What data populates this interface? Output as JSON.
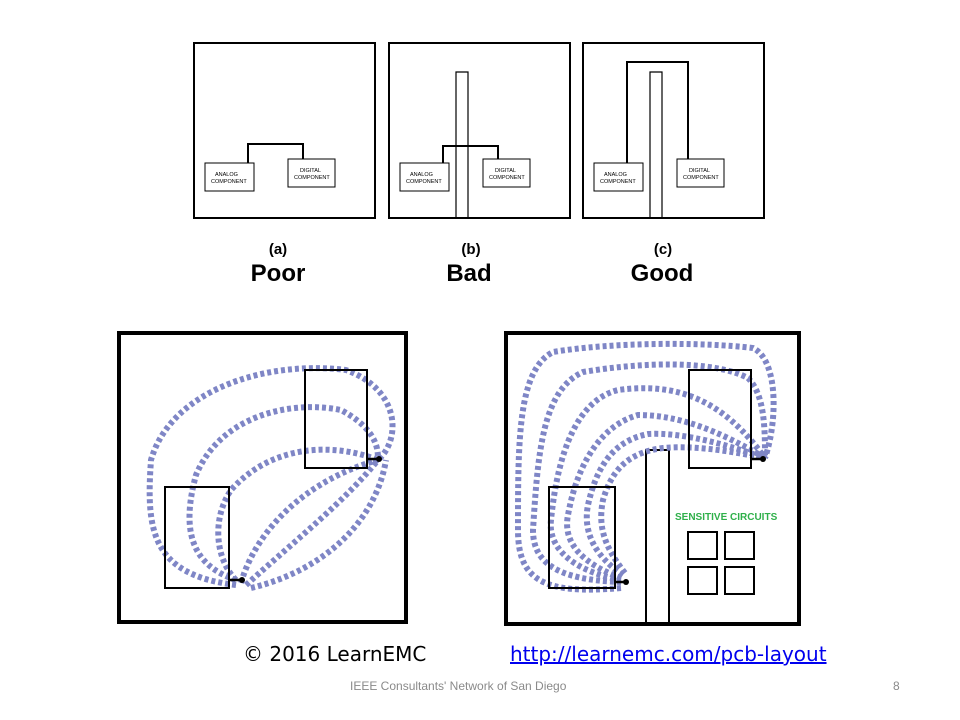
{
  "panels": [
    {
      "label": "(a)",
      "rating": "Poor",
      "analog": [
        "ANALOG",
        "COMPONENT"
      ],
      "digital": [
        "DIGITAL",
        "COMPONENT"
      ]
    },
    {
      "label": "(b)",
      "rating": "Bad",
      "analog": [
        "ANALOG",
        "COMPONENT"
      ],
      "digital": [
        "DIGITAL",
        "COMPONENT"
      ]
    },
    {
      "label": "(c)",
      "rating": "Good",
      "analog": [
        "ANALOG",
        "COMPONENT"
      ],
      "digital": [
        "DIGITAL",
        "COMPONENT"
      ]
    }
  ],
  "sensitive_label": "SENSITIVE CIRCUITS",
  "copyright": "© 2016 LearnEMC",
  "link_text": "http://learnemc.com/pcb-layout",
  "footer_text": "IEEE Consultants' Network of San Diego",
  "page_number": "8",
  "colors": {
    "current_path": "#7f86c6",
    "sensitive": "#2fb04a",
    "link": "#0000ee",
    "footer": "#8a8a8a"
  }
}
